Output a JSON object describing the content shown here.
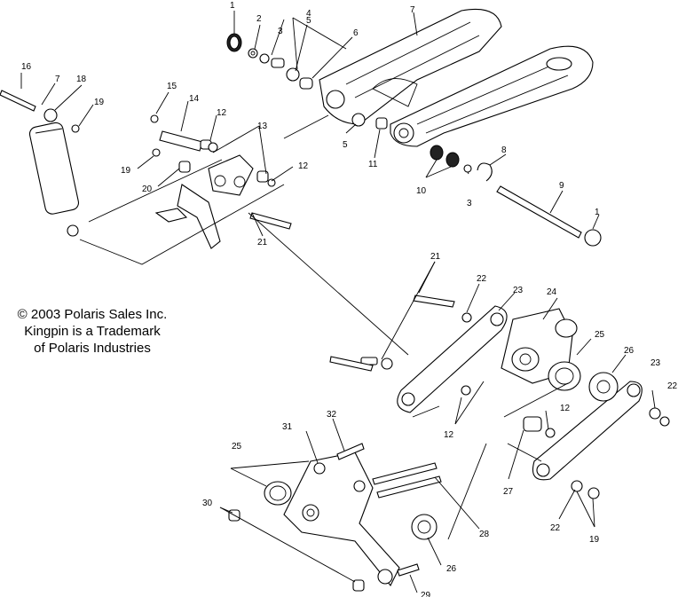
{
  "callouts": {
    "c1a": "1",
    "c2": "2",
    "c3a": "3",
    "c4": "4",
    "c5a": "5",
    "c6": "6",
    "c7": "7",
    "c16": "16",
    "c17": "7",
    "c18": "18",
    "c19a": "19",
    "c15": "15",
    "c14": "14",
    "c12a": "12",
    "c13": "13",
    "c19b": "19",
    "c20": "20",
    "c12b": "12",
    "c5b": "5",
    "c11": "11",
    "c10": "10",
    "c3b": "3",
    "c8": "8",
    "c9": "9",
    "c1b": "1",
    "c21a": "21",
    "c21b": "21",
    "c22a": "22",
    "c23a": "23",
    "c24": "24",
    "c25a": "25",
    "c26a": "26",
    "c23b": "23",
    "c22b": "22",
    "c12c": "12",
    "c12d": "12",
    "c27": "27",
    "c22c": "22",
    "c19c": "19",
    "c32": "32",
    "c31": "31",
    "c25b": "25",
    "c30": "30",
    "c28": "28",
    "c26b": "26",
    "c29": "29"
  },
  "notice": {
    "line1": "© 2003 Polaris Sales Inc.",
    "line2": "Kingpin is a Trademark",
    "line3": "of Polaris Industries"
  }
}
